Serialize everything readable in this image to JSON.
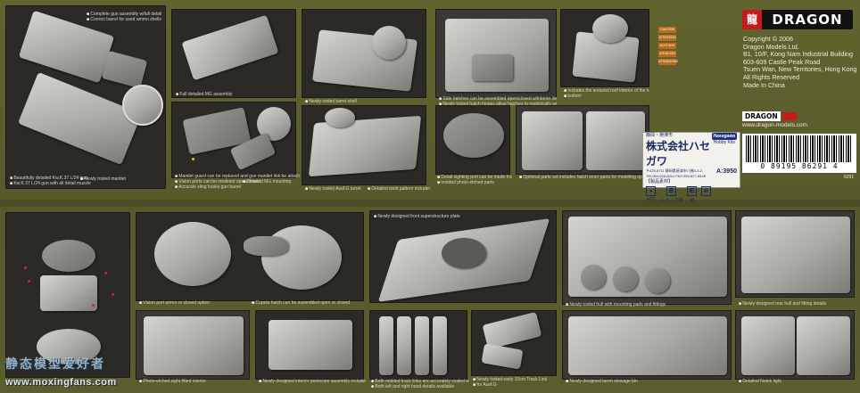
{
  "brand": {
    "logo_text": "DRAGON",
    "logo2_text": "DRAGON",
    "url": "www.dragon-models.com",
    "company_lines": [
      "Copyright © 2006",
      "Dragon Models Ltd.",
      "B1, 10/F, Kong Nam Industrial Building",
      "603-609 Castle Peak Road",
      "Tsuen Wan, New Territories, Hong Kong",
      "All Rights Reserved",
      "Made In China"
    ],
    "accent_color": "#c21c1c"
  },
  "hasegawa": {
    "kanji_line": "静岡・焼津市",
    "company": "株式会社ハセガワ",
    "address": "〒425-8711 静岡県焼津市八楠4-3-2",
    "phone": "TEL054-628-8241 FAX.054-627-8448",
    "logo": "Hasegawa",
    "logo_sub": "Hobby Kits",
    "code": "A:3950",
    "icons": [
      {
        "glyph": "●",
        "label": "●PS"
      },
      {
        "glyph": "鉄",
        "label": "ふた・下箱"
      },
      {
        "glyph": "紙",
        "label": "紙"
      },
      {
        "glyph": "♻",
        "label": ""
      }
    ],
    "material_header": "【製品素材】"
  },
  "barcode": {
    "digits": "0 89195 86291 4",
    "product_code": "6291"
  },
  "watermark": {
    "cn": "静态模型爱好者",
    "url": "www.moxingfans.com"
  },
  "captions": {
    "p1": "Complete gun assembly w/full detail",
    "p1b": "Correct barrel for used ammo shells",
    "p2": "Full detailed MG assembly",
    "p3": "Beautifully detailed Kw.K.37 L/24 gun",
    "p3b": "Kw.K.37 L/24 gun with all detail muzzle",
    "p4": "Newly tooled mantlet",
    "p5": "Mantlet guard can be replaced and gun mantlet link be attached",
    "p5b": "Vision ports can be modeled open/closed",
    "p5c": "Accurate sling hooks gun barrel",
    "p6": "Detailed MG mounting",
    "p7": "Newly tooled turret shell",
    "p8": "Newly tooled Ausf.G turret",
    "p9": "Detailed weld pattern included",
    "p10": "Side hatches can be assembled open/closed w/interior details",
    "p10b": "Newly tooled hatch hinges allow hatches to realistically swing open",
    "p11": "Includes the textured roof interior of the turret",
    "p11b": "bottom",
    "p12": "Detail sighting port can be made from",
    "p12b": "molded photo-etched parts",
    "p13": "Optional parts set includes hatch inner parts for modeling open/closed",
    "p14": "Vision port armor or closed option",
    "p15": "Cupola hatch can be assembled open or closed",
    "p16": "Newly designed front superstructure plate",
    "p17": "Newly tooled hull with mounting pads and fittings",
    "p18": "Newly designed rear hull and fitting details",
    "p19": "Photo-etched sight fitted interior",
    "p20": "Newly designed interior periscope assembly included in this model",
    "p21": "Both molded track links are accurately scaled with fine",
    "p21b": "Both left and right hand details available",
    "p22": "Newly tooled early 10cm Track Link",
    "p22b": "for Ausf.G",
    "p23": "Newly designed turret stowage bin",
    "p24": "Detailed Notek light"
  },
  "warnings": [
    "CAUTION",
    "ATTENTION",
    "ACHTUNG",
    "ATENCION",
    "ATTENZIONE"
  ]
}
